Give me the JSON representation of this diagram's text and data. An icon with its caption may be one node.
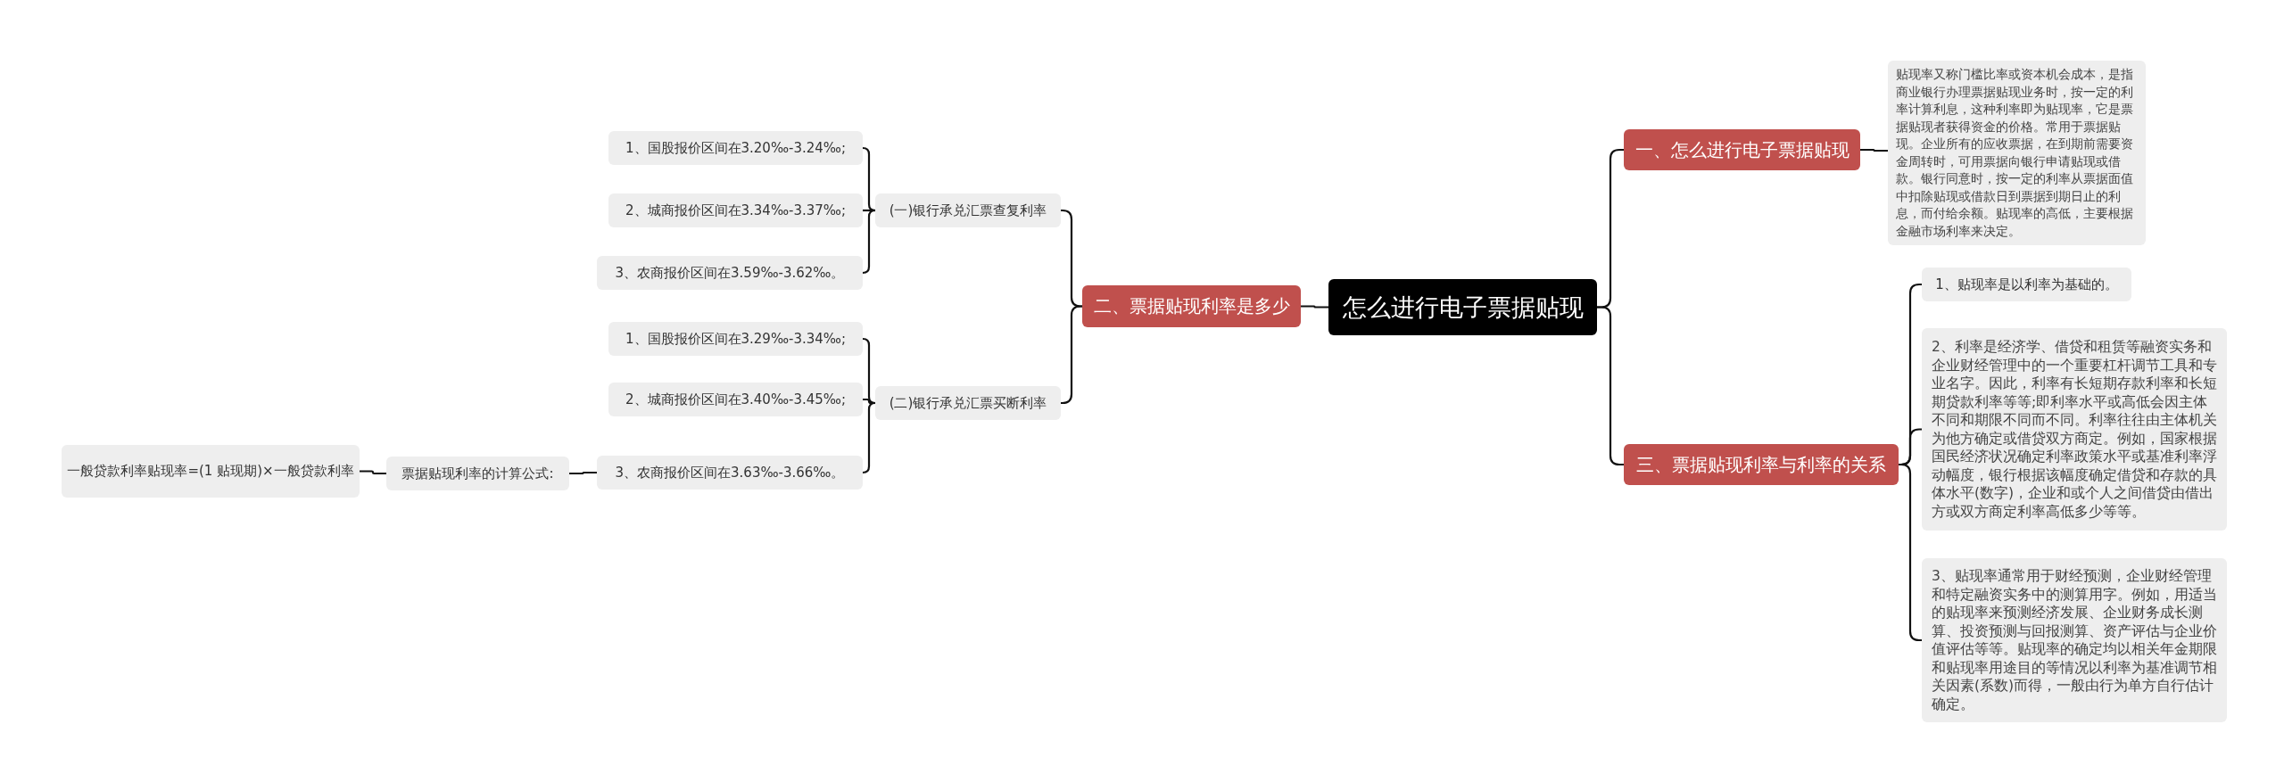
{
  "diagram": {
    "nodes": [
      {
        "text": [
          "怎么进行电子票据贴现"
        ]
      },
      {
        "text": [
          "一、怎么进行电子票据贴现"
        ]
      },
      {
        "text": [
          "贴现率又称门槛比率或资本机会成本，是指商业银行办理票据贴现业务时，按一定的利率计算利息，这种利率即为贴现率，它是票据贴现者获得资金的价格。常用于票据贴现。企业所有的应收票据，在到期前需要资金周转时，可用票据向银行申请贴现或借款。银行同意时，按一定的利率从票据面值中扣除贴现或借款日到票据到期日止的利息，而付给余额。贴现率的高低，主要根据金融市场利率来决定。"
        ]
      },
      {
        "text": [
          "二、票据贴现利率是多少"
        ]
      },
      {
        "text": [
          "(一)银行承兑汇票查复利率"
        ]
      },
      {
        "text": [
          "1、国股报价区间在3.20‰-3.24‰;"
        ]
      },
      {
        "text": [
          "2、城商报价区间在3.34‰-3.37‰;"
        ]
      },
      {
        "text": [
          "3、农商报价区间在3.59‰-3.62‰。"
        ]
      },
      {
        "text": [
          "(二)银行承兑汇票买断利率"
        ]
      },
      {
        "text": [
          "1、国股报价区间在3.29‰-3.34‰;"
        ]
      },
      {
        "text": [
          "2、城商报价区间在3.40‰-3.45‰;"
        ]
      },
      {
        "text": [
          "3、农商报价区间在3.63‰-3.66‰。"
        ]
      },
      {
        "text": [
          "票据贴现利率的计算公式:"
        ]
      },
      {
        "text": [
          "一般贷款利率贴现率=(1 贴现期)×一般贷款利率"
        ]
      },
      {
        "text": [
          "三、票据贴现利率与利率的关系"
        ]
      },
      {
        "text": [
          "1、贴现率是以利率为基础的。"
        ]
      },
      {
        "text": [
          "2、利率是经济学、借贷和租赁等融资实务和企业财经管理中的一个重要杠杆调节工具和专业名字。因此，利率有长短期存款利率和长短期贷款利率等等;即利率水平或高低会因主体不同和期限不同而不同。利率往往由主体机关为他方确定或借贷双方商定。例如，国家根据国民经济状况确定利率政策水平或基准利率浮动幅度，银行根据该幅度确定借贷和存款的具体水平(数字)，企业和或个人之间借贷由借出方或双方商定利率高低多少等等。"
        ]
      },
      {
        "text": [
          "3、贴现率通常用于财经预测，企业财经管理和特定融资实务中的测算用字。例如，用适当的贴现率来预测经济发展、企业财务成长测算、投资预测与回报测算、资产评估与企业价值评估等等。贴现率的确定均以相关年金期限和贴现率用途目的等情况以利率为基准调节相关因素(系数)而得，一般由行为单方自行估计确定。"
        ]
      }
    ],
    "edges": [
      {
        "from": 0,
        "to": 1,
        "arrow": "none"
      },
      {
        "from": 1,
        "to": 2,
        "arrow": "none"
      },
      {
        "from": 0,
        "to": 3,
        "arrow": "none"
      },
      {
        "from": 3,
        "to": 4,
        "arrow": "none"
      },
      {
        "from": 4,
        "to": 5,
        "arrow": "none"
      },
      {
        "from": 4,
        "to": 6,
        "arrow": "none"
      },
      {
        "from": 4,
        "to": 7,
        "arrow": "none"
      },
      {
        "from": 3,
        "to": 8,
        "arrow": "none"
      },
      {
        "from": 8,
        "to": 9,
        "arrow": "none"
      },
      {
        "from": 8,
        "to": 10,
        "arrow": "none"
      },
      {
        "from": 8,
        "to": 11,
        "arrow": "none"
      },
      {
        "from": 11,
        "to": 12,
        "arrow": "none"
      },
      {
        "from": 12,
        "to": 13,
        "arrow": "none"
      },
      {
        "from": 0,
        "to": 14,
        "arrow": "none"
      },
      {
        "from": 14,
        "to": 15,
        "arrow": "none"
      },
      {
        "from": 14,
        "to": 16,
        "arrow": "none"
      },
      {
        "from": 14,
        "to": 17,
        "arrow": "none"
      }
    ]
  }
}
